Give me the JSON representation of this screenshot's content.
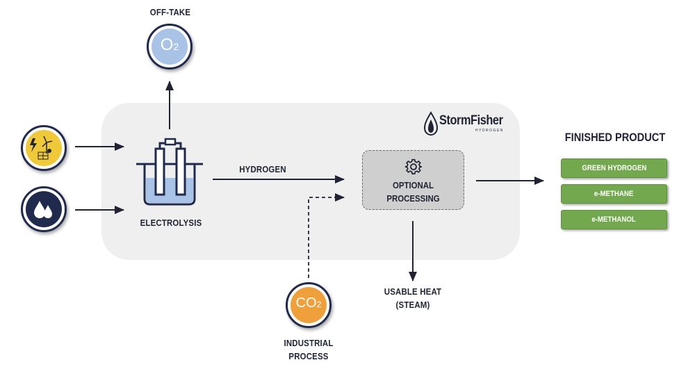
{
  "offtake": {
    "label": "OFF-TAKE",
    "o2_text": "O",
    "o2_sub": "2"
  },
  "inputs": {
    "renewable_icon": "solar-wind-bolt-icon",
    "water_icon": "water-drops-icon"
  },
  "electrolysis": {
    "label": "ELECTROLYSIS"
  },
  "hydrogen": {
    "label": "HYDROGEN"
  },
  "optional": {
    "line1": "OPTIONAL",
    "line2": "PROCESSING",
    "icon": "gear-icon"
  },
  "brand": {
    "name": "StormFisher",
    "sub": "HYDROGEN"
  },
  "co2": {
    "text": "CO",
    "sub": "2",
    "line1": "INDUSTRIAL",
    "line2": "PROCESS"
  },
  "heat": {
    "line1": "USABLE HEAT",
    "line2": "(STEAM)"
  },
  "finished": {
    "title": "FINISHED PRODUCT",
    "products": [
      "GREEN HYDROGEN",
      "e-METHANE",
      "e-METHANOL"
    ]
  },
  "colors": {
    "navy": "#1f2a4d",
    "o2_blue": "#a9c3e6",
    "solar_yellow": "#f0c93a",
    "co2_orange": "#f0a03a",
    "product_green": "#73a84e",
    "panel_gray": "#efefef"
  }
}
